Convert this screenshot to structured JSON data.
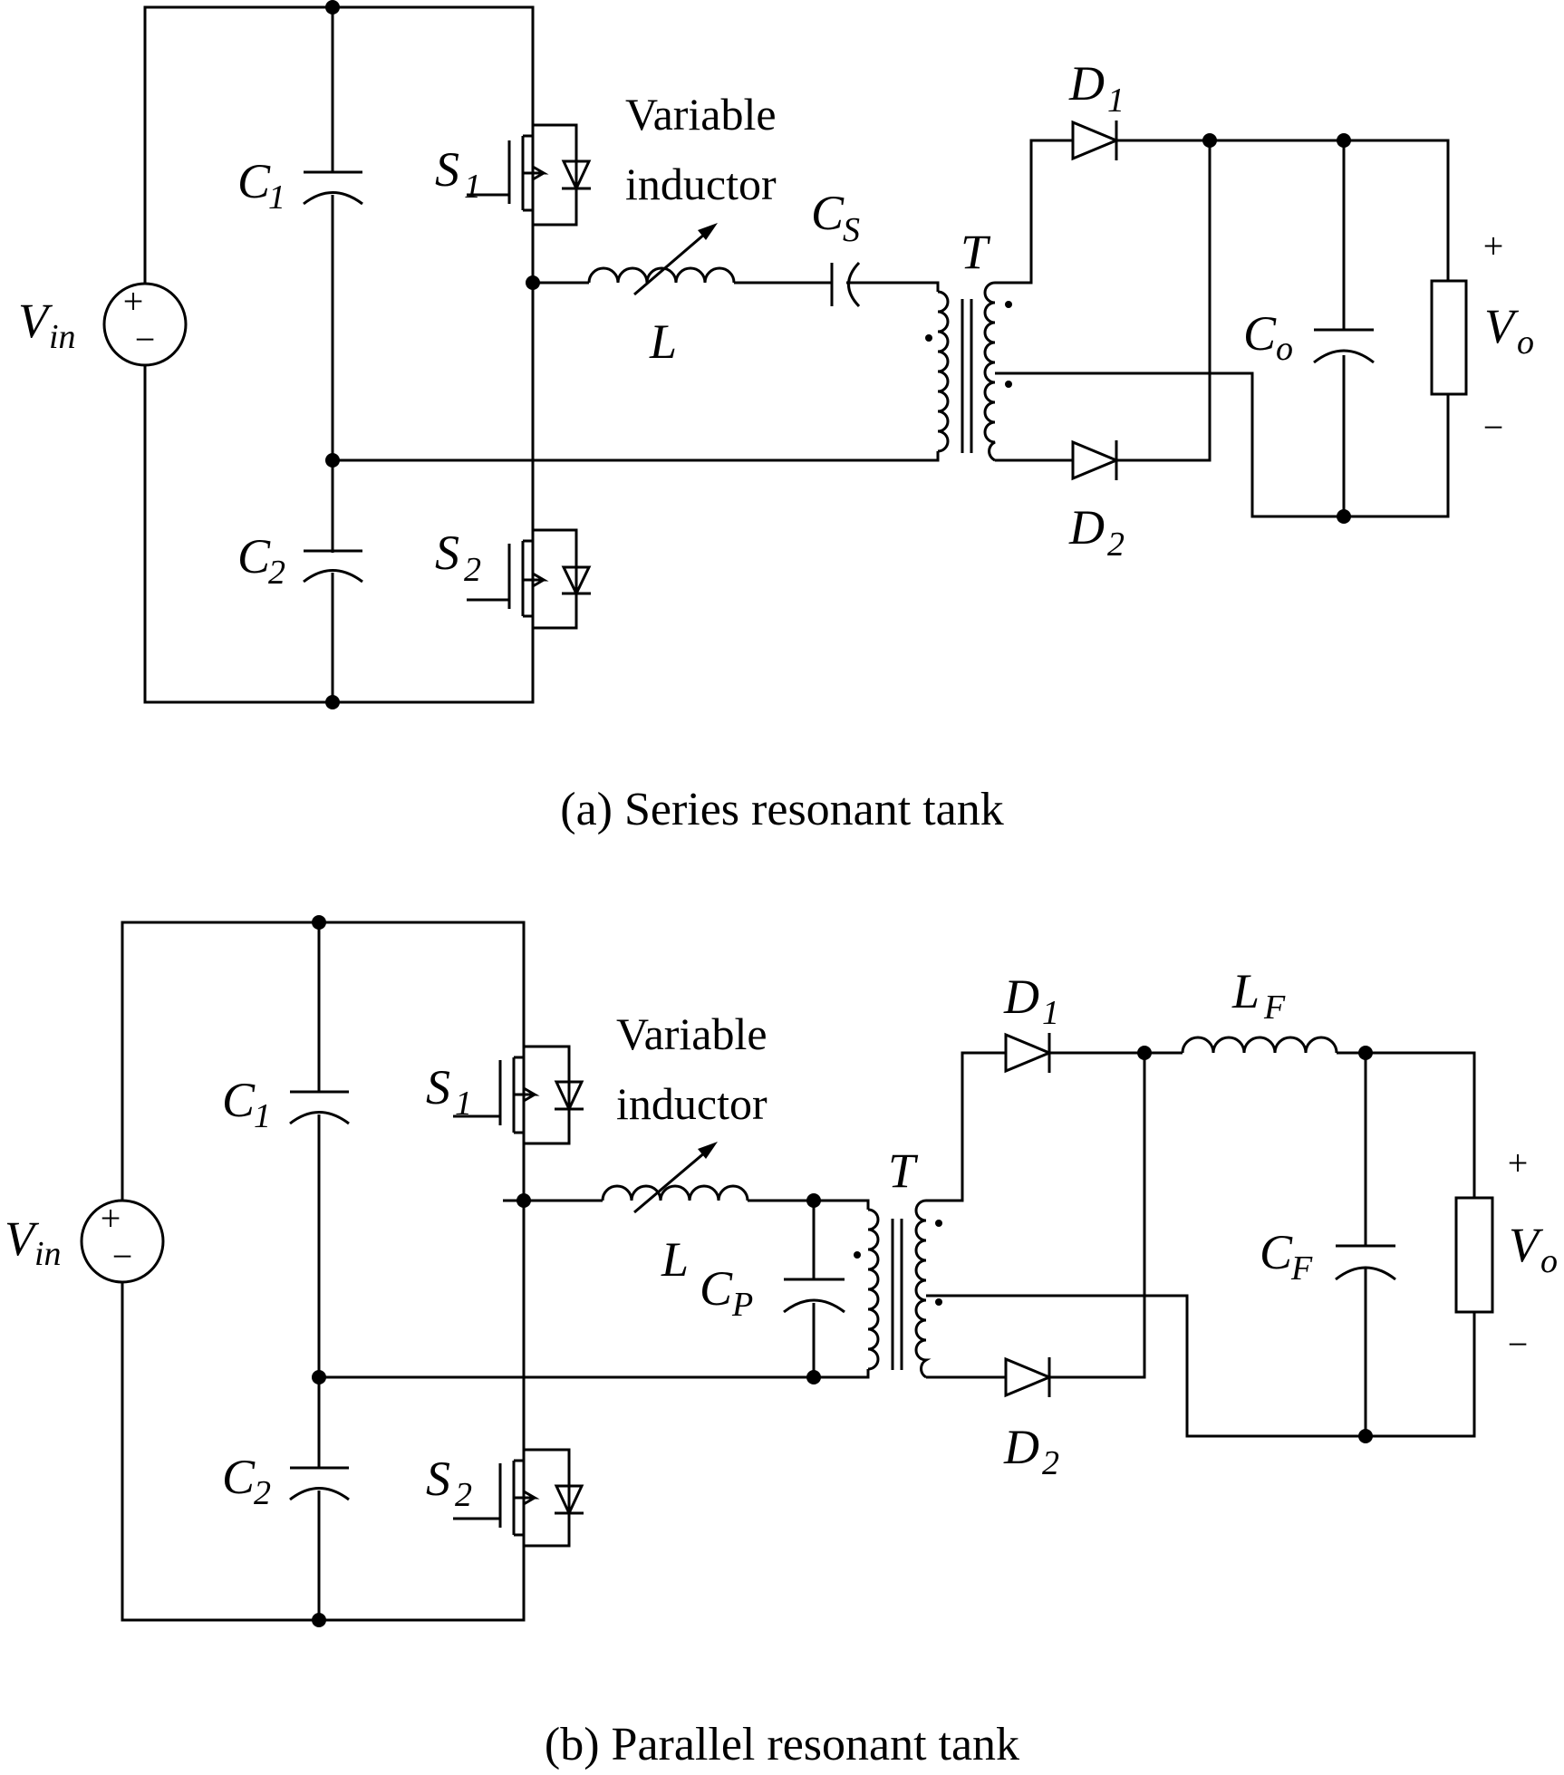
{
  "captions": {
    "a": "(a) Series resonant tank",
    "b": "(b) Parallel resonant tank"
  },
  "labels": {
    "vin_main": "V",
    "vin_sub": "in",
    "c1_main": "C",
    "c1_sub": "1",
    "c2_main": "C",
    "c2_sub": "2",
    "s1_main": "S",
    "s1_sub": "1",
    "s2_main": "S",
    "s2_sub": "2",
    "variable": "Variable",
    "inductor": "inductor",
    "l": "L",
    "cs_main": "C",
    "cs_sub": "S",
    "cp_main": "C",
    "cp_sub": "P",
    "t": "T",
    "d1_main": "D",
    "d1_sub": "1",
    "d2_main": "D",
    "d2_sub": "2",
    "co_main": "C",
    "co_sub": "o",
    "cf_main": "C",
    "cf_sub": "F",
    "lf_main": "L",
    "lf_sub": "F",
    "vo_main": "V",
    "vo_sub": "o",
    "plus": "+",
    "minus": "−"
  }
}
